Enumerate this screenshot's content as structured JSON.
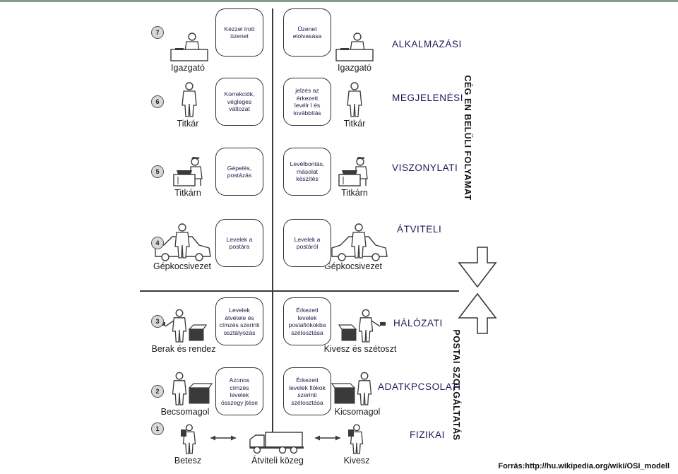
{
  "layers": [
    {
      "num": "7",
      "name": "ALKALMAZÁSI",
      "left_role": "Igazgató",
      "right_role": "Igazgató",
      "left_box": "Kézzel írott\nüzenet",
      "right_box": "Üzenet\nelolvasása",
      "icon": "desk-person"
    },
    {
      "num": "6",
      "name": "MEGJELENÉSI",
      "left_role": "Titkár",
      "right_role": "Titkár",
      "left_box": "Korrekciók,\nvégleges\nváltozat",
      "right_box": "jelzés az\nérkezett\nlevélr l és\ntovábbítás",
      "icon": "standing-person"
    },
    {
      "num": "5",
      "name": "VISZONYLATI",
      "left_role": "Titkárn",
      "right_role": "Titkárn",
      "left_box": "Gépelés,\npostázás",
      "right_box": "Levélbontás,\nmásolat\nkészítés",
      "icon": "typist"
    },
    {
      "num": "4",
      "name": "ÁTVITELI",
      "left_role": "Gépkocsivezet",
      "right_role": "Gépkocsivezet",
      "left_box": "Levelek a\npostára",
      "right_box": "Levelek a\npostáról",
      "icon": "car-driver"
    },
    {
      "num": "3",
      "name": "HÁLÓZATI",
      "left_role": "Berak és rendez",
      "right_role": "Kivesz és szétoszt",
      "left_box": "Levelek\nátvétele és\ncímzés szerinti\nosztályozás",
      "right_box": "Érkezett\nlevelek\npostafiókokba\nszétosztása",
      "icon": "sorting-person"
    },
    {
      "num": "2",
      "name": "ADATKPCSOLATI",
      "left_role": "Becsomagol",
      "right_role": "Kicsomagol",
      "left_box": "Azonos\ncímzés\nlevelek\nösszegy jtése",
      "right_box": "Érkezett\nlevelek fiókok\nszerinti\nszétosztása",
      "icon": "packing-person"
    },
    {
      "num": "1",
      "name": "FIZIKAI",
      "left_role": "Betesz",
      "right_role": "Kivesz",
      "icon": "carrier-person"
    }
  ],
  "medium_label": "Átviteli közeg",
  "group_labels": {
    "company": "CÉG EN BELÜLI FOLYAMAT",
    "postal": "POSTAI SZOLGÁLTATÁS"
  },
  "source": "Forrás:http://hu.wikipedia.org/wiki/OSI_modell",
  "colors": {
    "line": "#3a3a3a",
    "box_text": "#1a1a4a",
    "layer_text": "#1a1a55"
  }
}
